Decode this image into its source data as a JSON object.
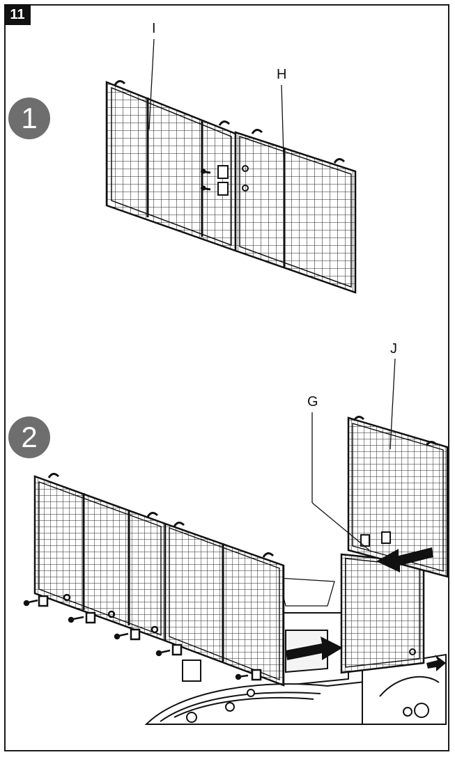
{
  "figure_number": "11",
  "steps": [
    {
      "label": "1"
    },
    {
      "label": "2"
    }
  ],
  "callouts": {
    "I": "I",
    "H": "H",
    "J": "J",
    "G": "G"
  },
  "colors": {
    "ink": "#111111",
    "badge": "#6e6e6e",
    "frame": "#1a1a1a"
  }
}
